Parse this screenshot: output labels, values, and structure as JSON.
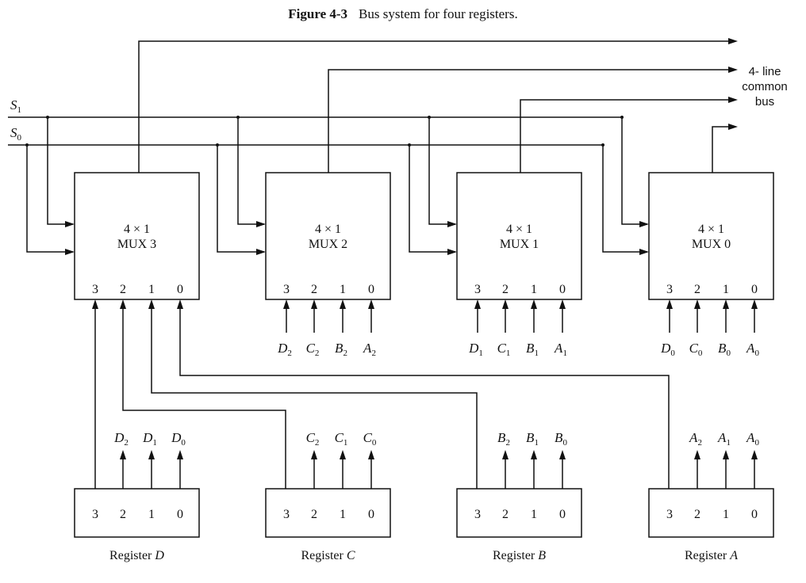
{
  "caption": {
    "number": "Figure 4-3",
    "text": "Bus system for four registers."
  },
  "select_lines": [
    {
      "name": "S",
      "sub": "1"
    },
    {
      "name": "S",
      "sub": "0"
    }
  ],
  "bus_label": [
    "4- line",
    "common",
    "bus"
  ],
  "muxes": [
    {
      "line1": "4 × 1",
      "line2": "MUX 3",
      "pins": [
        "3",
        "2",
        "1",
        "0"
      ]
    },
    {
      "line1": "4 × 1",
      "line2": "MUX 2",
      "pins": [
        "3",
        "2",
        "1",
        "0"
      ]
    },
    {
      "line1": "4 × 1",
      "line2": "MUX 1",
      "pins": [
        "3",
        "2",
        "1",
        "0"
      ]
    },
    {
      "line1": "4 × 1",
      "line2": "MUX 0",
      "pins": [
        "3",
        "2",
        "1",
        "0"
      ]
    }
  ],
  "mux_inputs": [
    null,
    [
      {
        "n": "D",
        "s": "2"
      },
      {
        "n": "C",
        "s": "2"
      },
      {
        "n": "B",
        "s": "2"
      },
      {
        "n": "A",
        "s": "2"
      }
    ],
    [
      {
        "n": "D",
        "s": "1"
      },
      {
        "n": "C",
        "s": "1"
      },
      {
        "n": "B",
        "s": "1"
      },
      {
        "n": "A",
        "s": "1"
      }
    ],
    [
      {
        "n": "D",
        "s": "0"
      },
      {
        "n": "C",
        "s": "0"
      },
      {
        "n": "B",
        "s": "0"
      },
      {
        "n": "A",
        "s": "0"
      }
    ]
  ],
  "registers": [
    {
      "prefix": "Register",
      "name": "D",
      "bits": [
        "3",
        "2",
        "1",
        "0"
      ],
      "outputs": [
        {
          "n": "D",
          "s": "2"
        },
        {
          "n": "D",
          "s": "1"
        },
        {
          "n": "D",
          "s": "0"
        }
      ]
    },
    {
      "prefix": "Register",
      "name": "C",
      "bits": [
        "3",
        "2",
        "1",
        "0"
      ],
      "outputs": [
        {
          "n": "C",
          "s": "2"
        },
        {
          "n": "C",
          "s": "1"
        },
        {
          "n": "C",
          "s": "0"
        }
      ]
    },
    {
      "prefix": "Register",
      "name": "B",
      "bits": [
        "3",
        "2",
        "1",
        "0"
      ],
      "outputs": [
        {
          "n": "B",
          "s": "2"
        },
        {
          "n": "B",
          "s": "1"
        },
        {
          "n": "B",
          "s": "0"
        }
      ]
    },
    {
      "prefix": "Register",
      "name": "A",
      "bits": [
        "3",
        "2",
        "1",
        "0"
      ],
      "outputs": [
        {
          "n": "A",
          "s": "2"
        },
        {
          "n": "A",
          "s": "1"
        },
        {
          "n": "A",
          "s": "0"
        }
      ]
    }
  ]
}
